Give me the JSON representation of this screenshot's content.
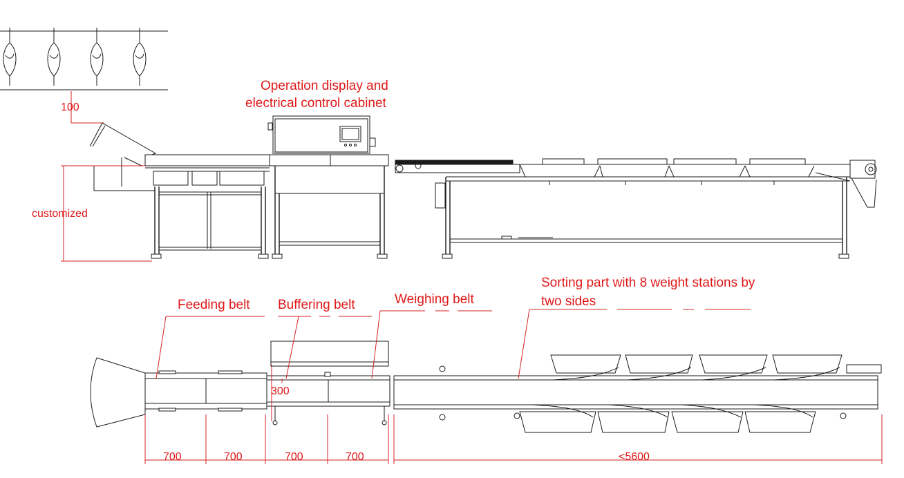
{
  "labels": {
    "operation_line1": "Operation display and",
    "operation_line2": "electrical control cabinet",
    "feeding_belt": "Feeding belt",
    "buffering_belt": "Buffering belt",
    "weighing_belt": "Weighing belt",
    "sorting_line1": "Sorting part with 8 weight stations by",
    "sorting_line2": "two sides"
  },
  "dimensions": {
    "hanger_gap": "100",
    "height": "customized",
    "belt_width": "300",
    "feeding_length": "700",
    "buffering_length_a": "700",
    "buffering_length_b": "700",
    "weighing_length": "700",
    "sorting_length": "<5600"
  },
  "colors": {
    "annotation": "#e01818",
    "line": "#1a1a1a"
  }
}
